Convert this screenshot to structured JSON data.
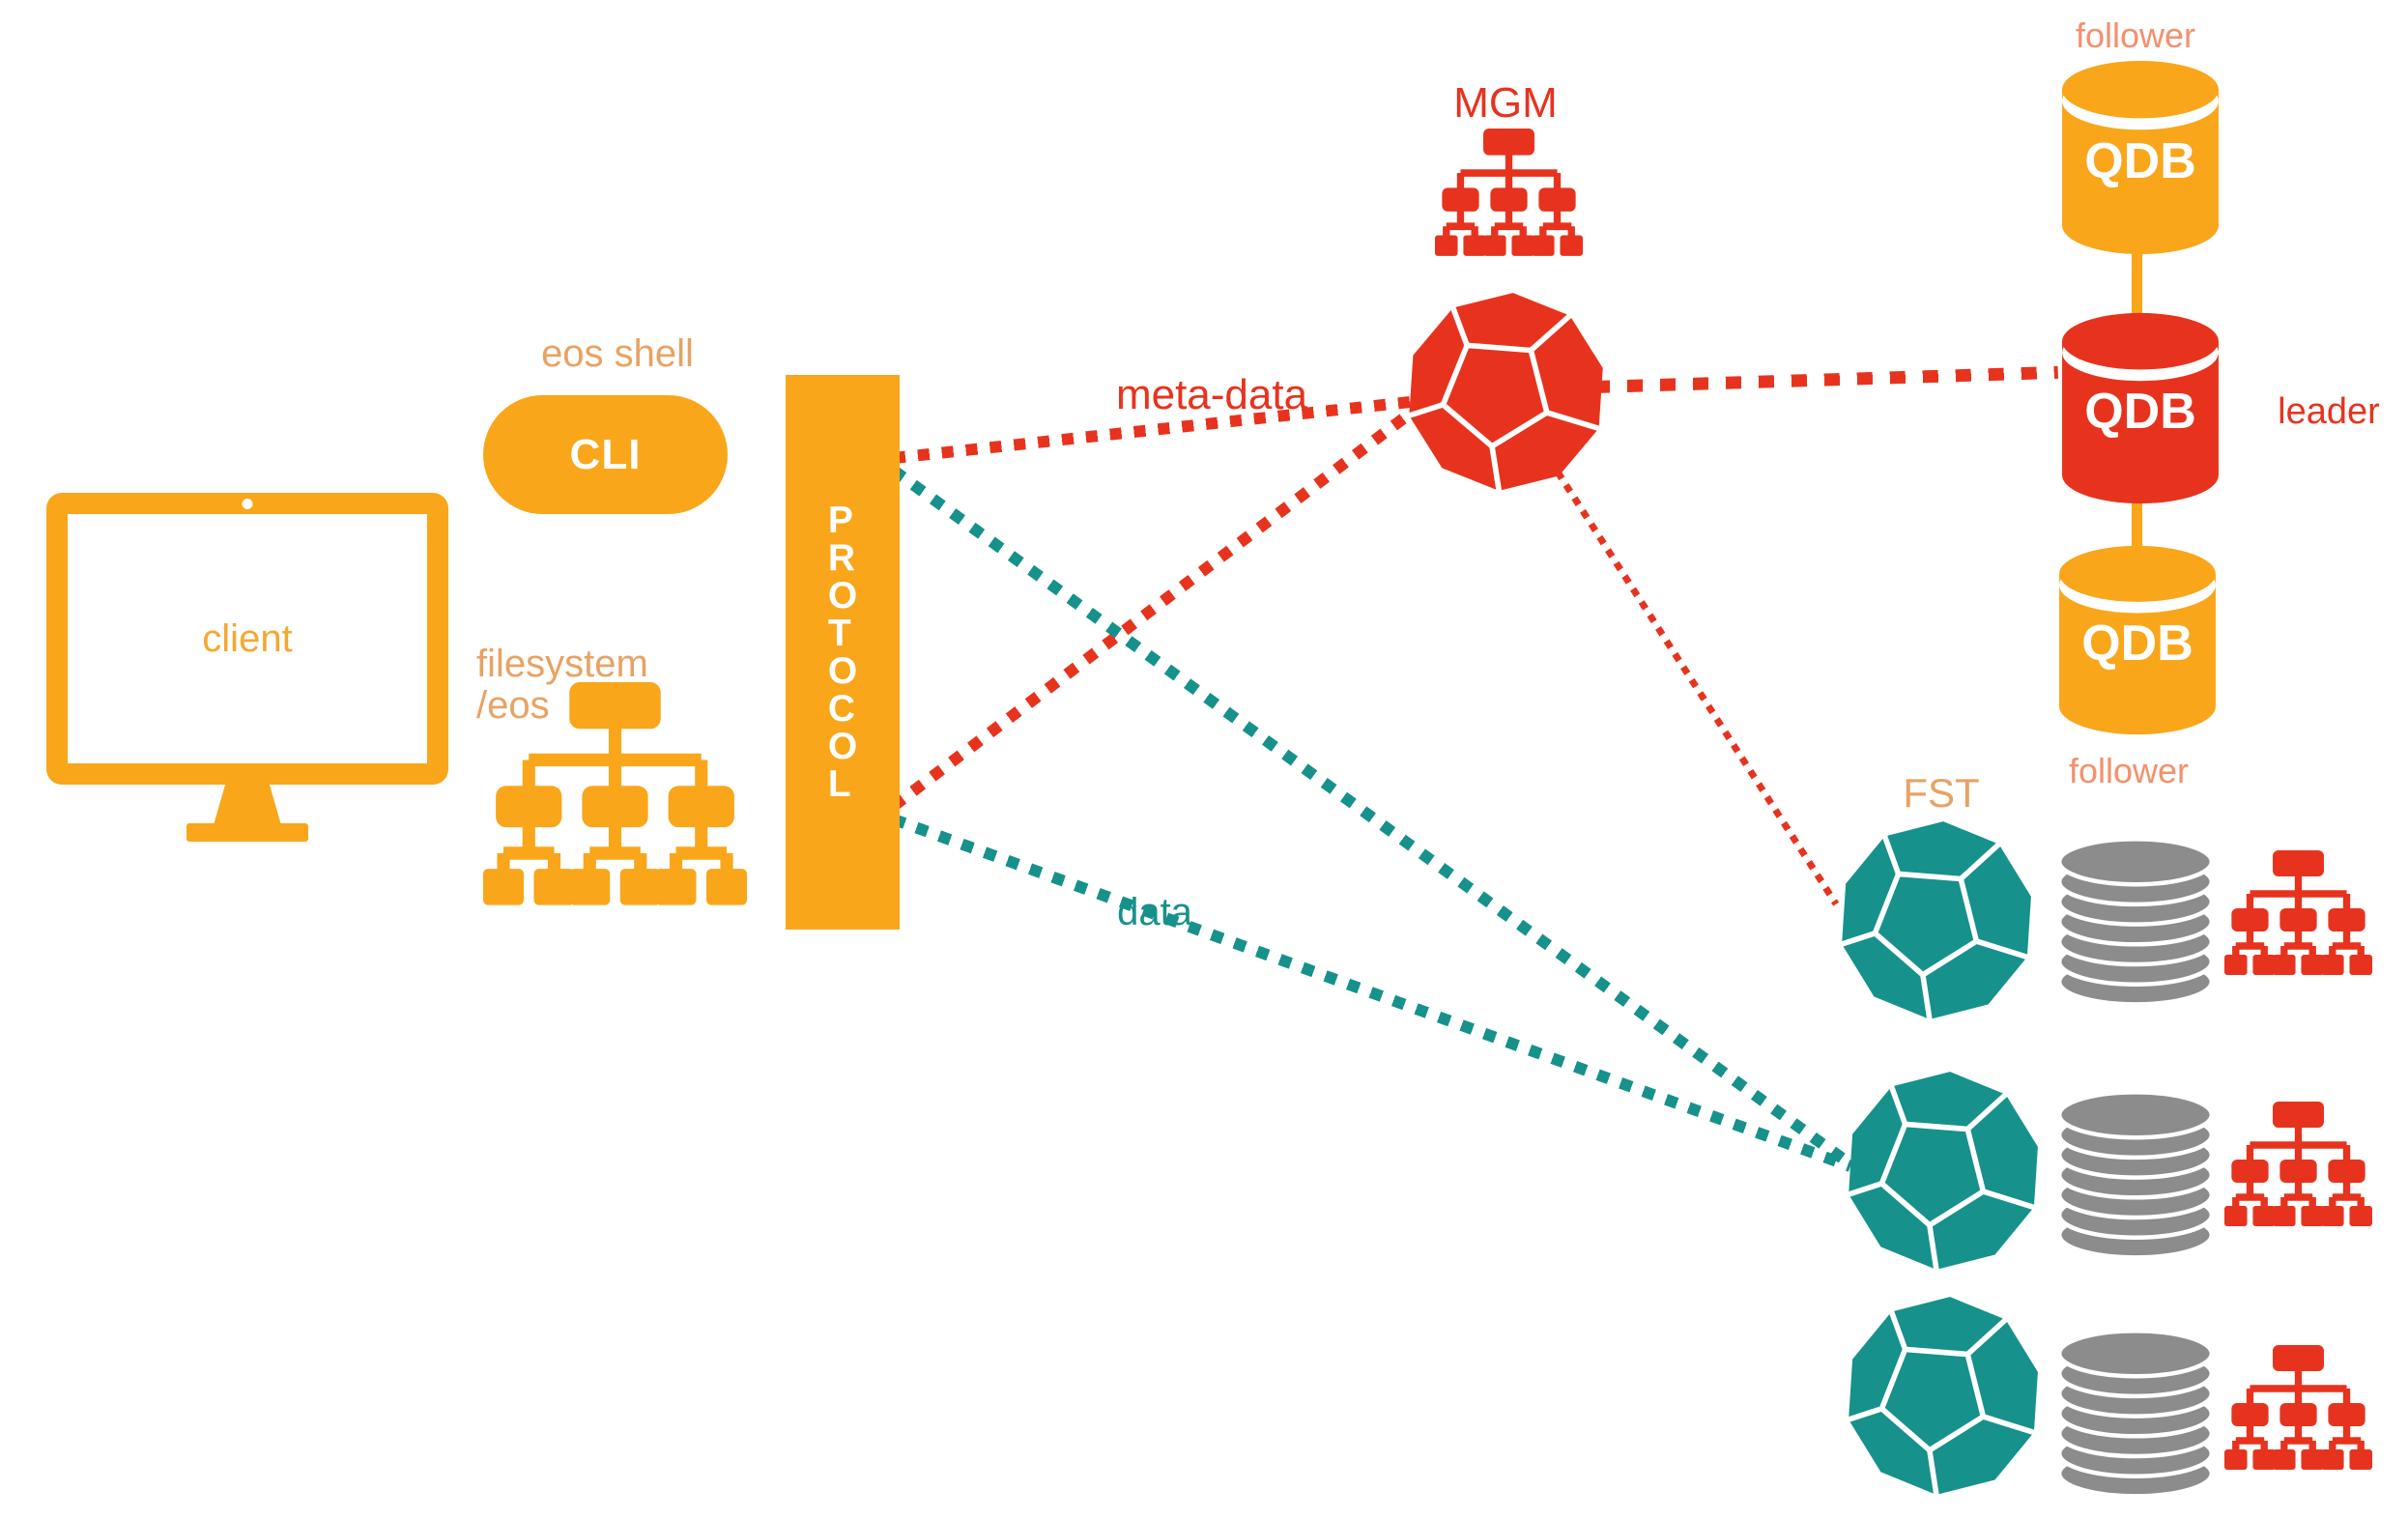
{
  "title": "EOS storage architecture diagram",
  "palette": {
    "orange": "#F9A61B",
    "tan": "#E8A263",
    "salmon": "#F4906B",
    "red": "#E7331E",
    "teal": "#16918B",
    "gray": "#8C8C8C"
  },
  "client": {
    "label": "client"
  },
  "shell": {
    "title": "eos shell",
    "cli": "CLI"
  },
  "filesystem": {
    "name": "filesystem",
    "path": "/eos"
  },
  "protocol": {
    "label": "PROTOCOL"
  },
  "mgm": {
    "label": "MGM"
  },
  "edges": {
    "metadata": "meta-data",
    "data": "data"
  },
  "qdb": {
    "top": {
      "label": "QDB",
      "role": "follower"
    },
    "middle": {
      "label": "QDB",
      "role": "leader"
    },
    "bottom": {
      "label": "QDB",
      "role": "follower"
    }
  },
  "fst": {
    "label": "FST"
  }
}
